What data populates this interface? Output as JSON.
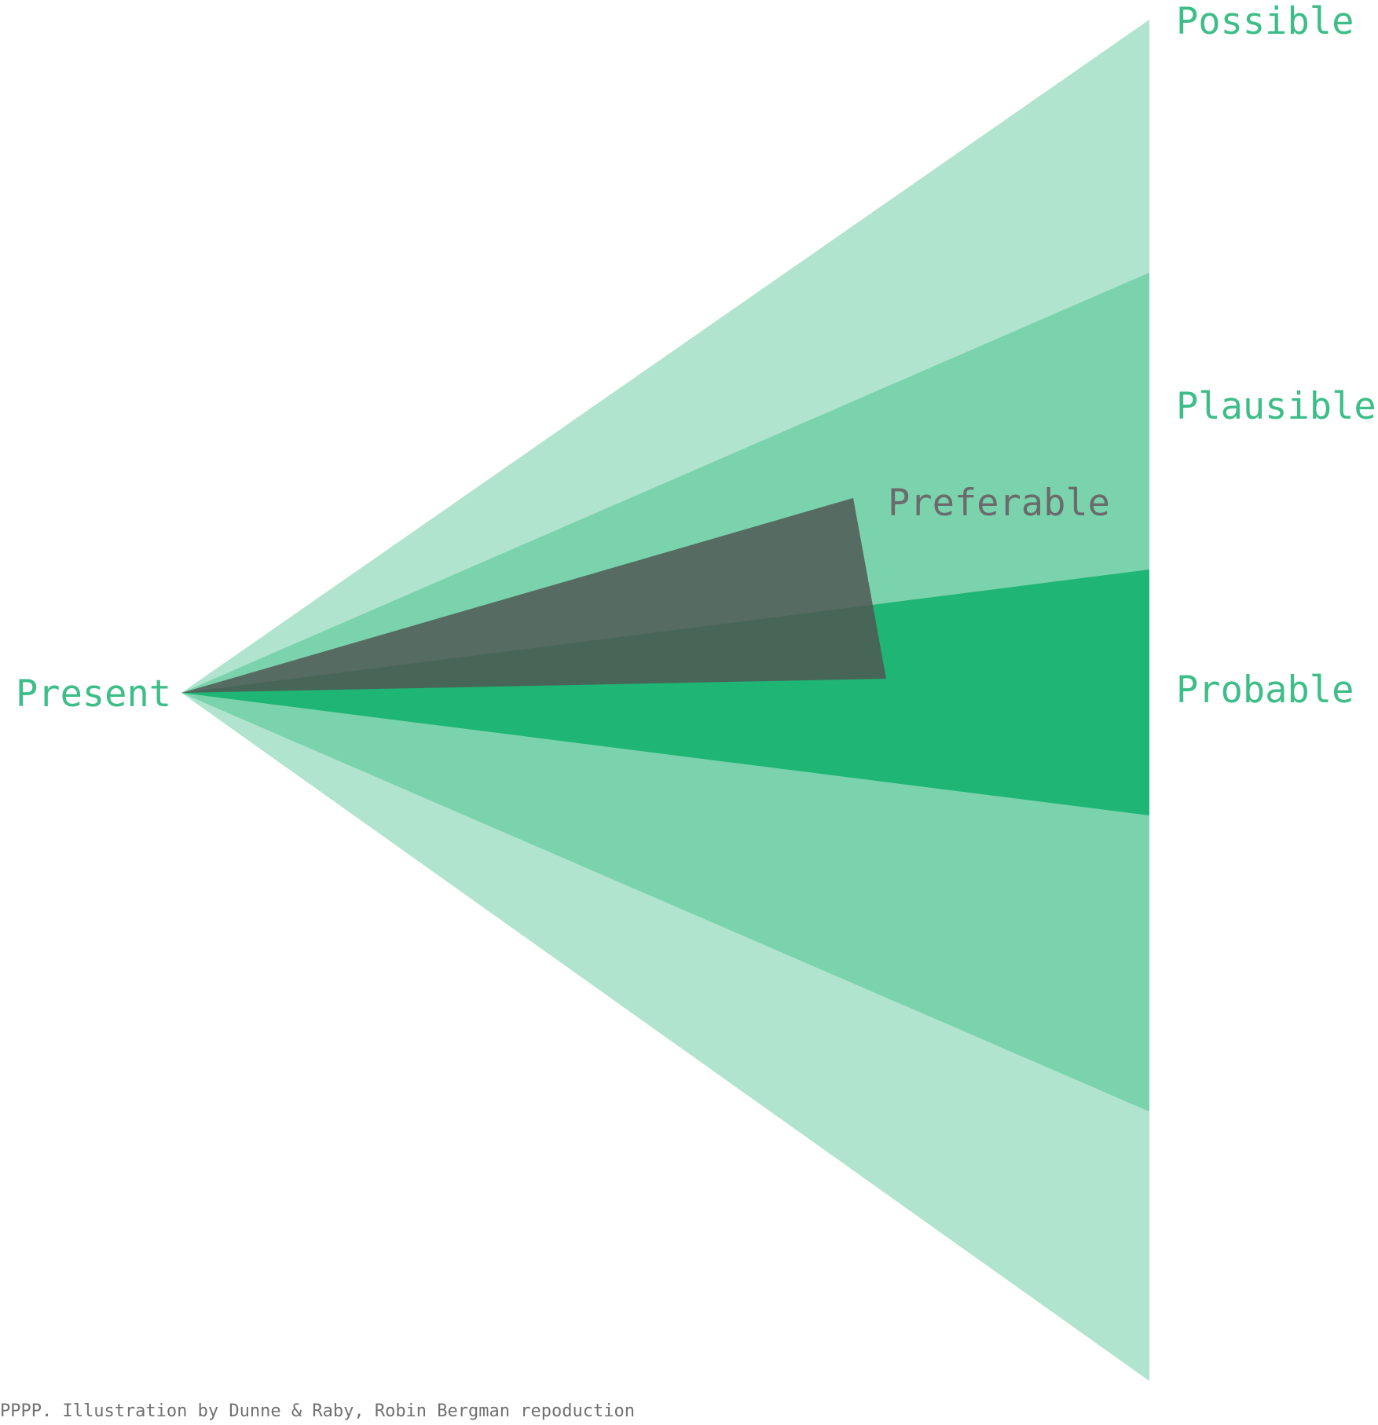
{
  "labels": {
    "possible": "Possible",
    "plausible": "Plausible",
    "preferable": "Preferable",
    "probable": "Probable",
    "present": "Present"
  },
  "caption": "PPPP. Illustration by Dunne & Raby, Robin Bergman repoduction",
  "colors": {
    "possible": "#b0e4ce",
    "plausible": "#7bd3ad",
    "probable": "#1fb575",
    "preferable": "#5f6660",
    "green_text": "#3dbd88",
    "grey_text": "#6b6b6b"
  }
}
